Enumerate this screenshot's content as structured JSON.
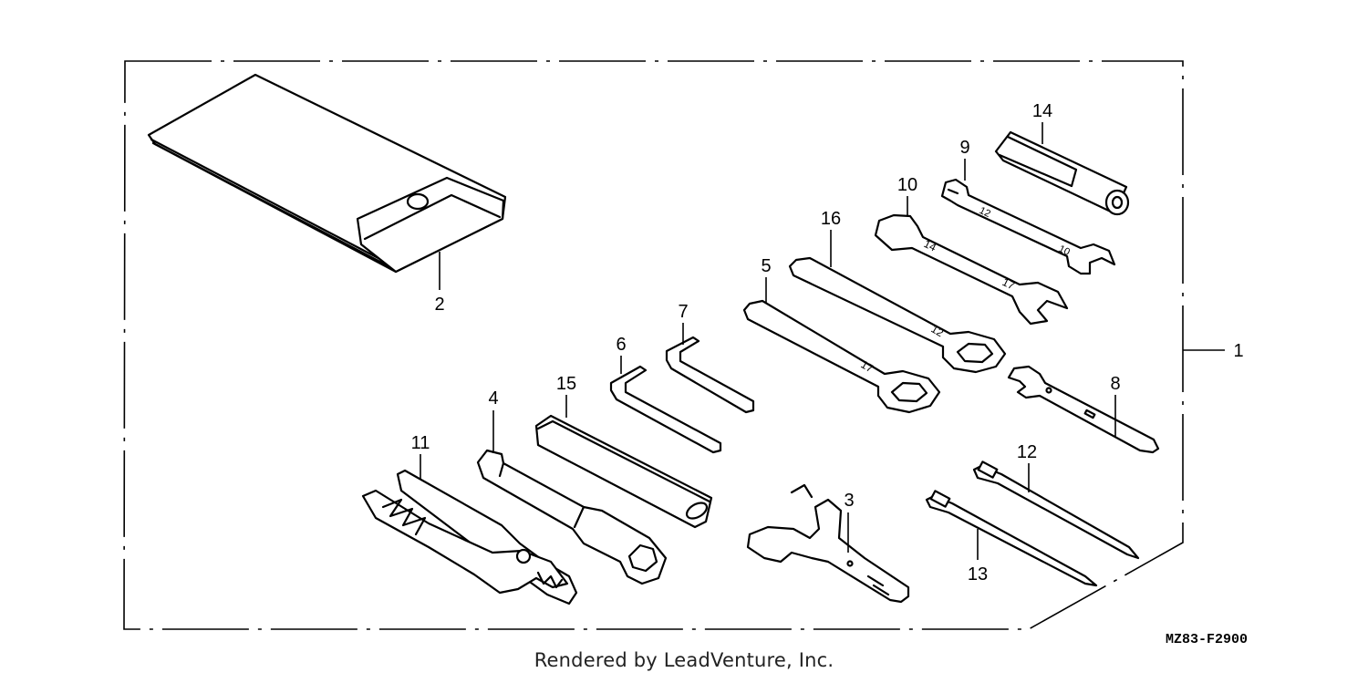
{
  "diagram": {
    "part_labels": {
      "p1": "1",
      "p2": "2",
      "p3": "3",
      "p4": "4",
      "p5": "5",
      "p6": "6",
      "p7": "7",
      "p8": "8",
      "p9": "9",
      "p10": "10",
      "p11": "11",
      "p12": "12",
      "p13": "13",
      "p14": "14",
      "p15": "15",
      "p16": "16"
    },
    "reference_code": "MZ83-F2900"
  },
  "footer": {
    "credit": "Rendered by LeadVenture, Inc."
  }
}
